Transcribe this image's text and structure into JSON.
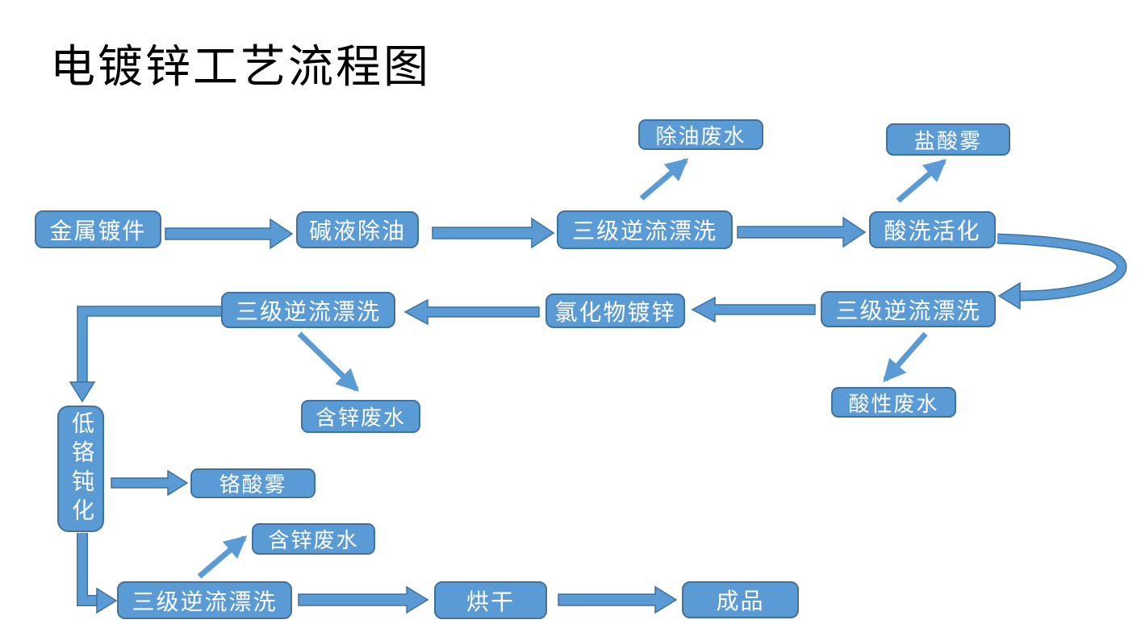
{
  "title": "电镀锌工艺流程图",
  "colors": {
    "node_fill": "#5b9bd5",
    "node_border": "#41719c",
    "arrow_fill": "#5b9bd5",
    "arrow_border": "#41719c",
    "node_text": "#ffffff",
    "title_text": "#000000",
    "background": "#ffffff"
  },
  "nodes": [
    {
      "id": "metal-part",
      "label": "金属镀件"
    },
    {
      "id": "alkali-degrease",
      "label": "碱液除油"
    },
    {
      "id": "rinse-1",
      "label": "三级逆流漂洗"
    },
    {
      "id": "acid-activation",
      "label": "酸洗活化"
    },
    {
      "id": "degrease-wastewater",
      "label": "除油废水"
    },
    {
      "id": "hcl-mist",
      "label": "盐酸雾"
    },
    {
      "id": "rinse-2",
      "label": "三级逆流漂洗"
    },
    {
      "id": "chloride-zinc",
      "label": "氯化物镀锌"
    },
    {
      "id": "rinse-3",
      "label": "三级逆流漂洗"
    },
    {
      "id": "acidic-wastewater",
      "label": "酸性废水"
    },
    {
      "id": "zinc-wastewater-1",
      "label": "含锌废水"
    },
    {
      "id": "low-chrome-passivation",
      "label": "低铬钝化"
    },
    {
      "id": "chromic-mist",
      "label": "铬酸雾"
    },
    {
      "id": "zinc-wastewater-2",
      "label": "含锌废水"
    },
    {
      "id": "rinse-4",
      "label": "三级逆流漂洗"
    },
    {
      "id": "drying",
      "label": "烘干"
    },
    {
      "id": "product",
      "label": "成品"
    }
  ],
  "edges": [
    {
      "from": "metal-part",
      "to": "alkali-degrease",
      "style": "block-arrow"
    },
    {
      "from": "alkali-degrease",
      "to": "rinse-1",
      "style": "block-arrow"
    },
    {
      "from": "rinse-1",
      "to": "acid-activation",
      "style": "block-arrow"
    },
    {
      "from": "rinse-1",
      "to": "degrease-wastewater",
      "style": "line-arrow-diagonal"
    },
    {
      "from": "acid-activation",
      "to": "hcl-mist",
      "style": "line-arrow-diagonal"
    },
    {
      "from": "acid-activation",
      "to": "rinse-2",
      "style": "curved-arrow"
    },
    {
      "from": "rinse-2",
      "to": "chloride-zinc",
      "style": "block-arrow"
    },
    {
      "from": "rinse-2",
      "to": "acidic-wastewater",
      "style": "line-arrow-diagonal"
    },
    {
      "from": "chloride-zinc",
      "to": "rinse-3",
      "style": "block-arrow"
    },
    {
      "from": "rinse-3",
      "to": "zinc-wastewater-1",
      "style": "line-arrow-diagonal"
    },
    {
      "from": "rinse-3",
      "to": "low-chrome-passivation",
      "style": "elbow-arrow"
    },
    {
      "from": "low-chrome-passivation",
      "to": "chromic-mist",
      "style": "block-arrow"
    },
    {
      "from": "low-chrome-passivation",
      "to": "rinse-4",
      "style": "elbow-arrow"
    },
    {
      "from": "rinse-4",
      "to": "zinc-wastewater-2",
      "style": "line-arrow-diagonal"
    },
    {
      "from": "rinse-4",
      "to": "drying",
      "style": "block-arrow"
    },
    {
      "from": "drying",
      "to": "product",
      "style": "block-arrow"
    }
  ]
}
